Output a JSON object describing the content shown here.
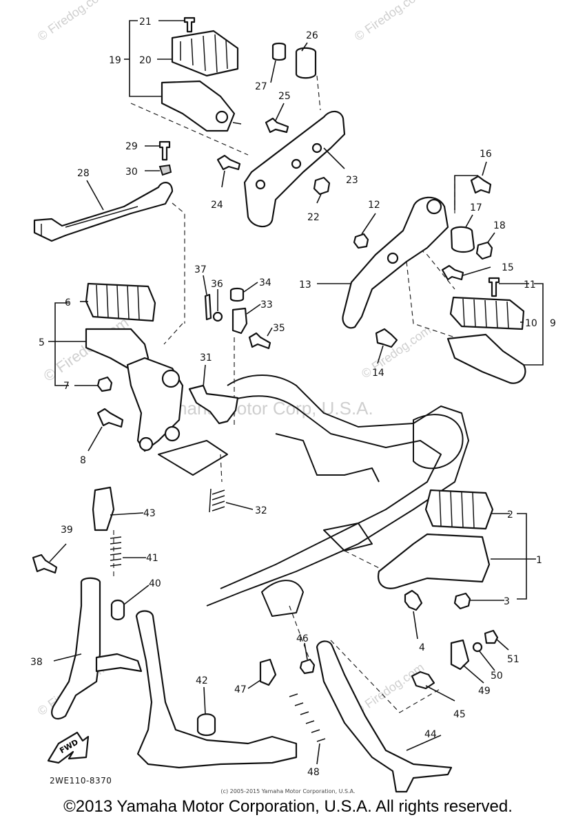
{
  "watermarks": {
    "site": "© Firedog.com",
    "center": "Yamaha Motor Corp, U.S.A."
  },
  "diagram_code": "2WE110-8370",
  "fwd_label": "FWD",
  "small_credit": "(c) 2005-2015 Yamaha Motor Corporation, U.S.A.",
  "copyright": "©2013 Yamaha Motor Corporation, U.S.A. All rights reserved.",
  "callouts": {
    "c1": "1",
    "c2": "2",
    "c3": "3",
    "c4": "4",
    "c5": "5",
    "c6": "6",
    "c7": "7",
    "c8": "8",
    "c9": "9",
    "c10": "10",
    "c11": "11",
    "c12": "12",
    "c13": "13",
    "c14": "14",
    "c15": "15",
    "c16": "16",
    "c17": "17",
    "c18": "18",
    "c19": "19",
    "c20": "20",
    "c21": "21",
    "c22": "22",
    "c23": "23",
    "c24": "24",
    "c25": "25",
    "c26": "26",
    "c27": "27",
    "c28": "28",
    "c29": "29",
    "c30": "30",
    "c31": "31",
    "c32": "32",
    "c33": "33",
    "c34": "34",
    "c35": "35",
    "c36": "36",
    "c37": "37",
    "c38": "38",
    "c39": "39",
    "c40": "40",
    "c41": "41",
    "c42": "42",
    "c43": "43",
    "c44": "44",
    "c45": "45",
    "c46": "46",
    "c47": "47",
    "c48": "48",
    "c49": "49",
    "c50": "50",
    "c51": "51"
  }
}
